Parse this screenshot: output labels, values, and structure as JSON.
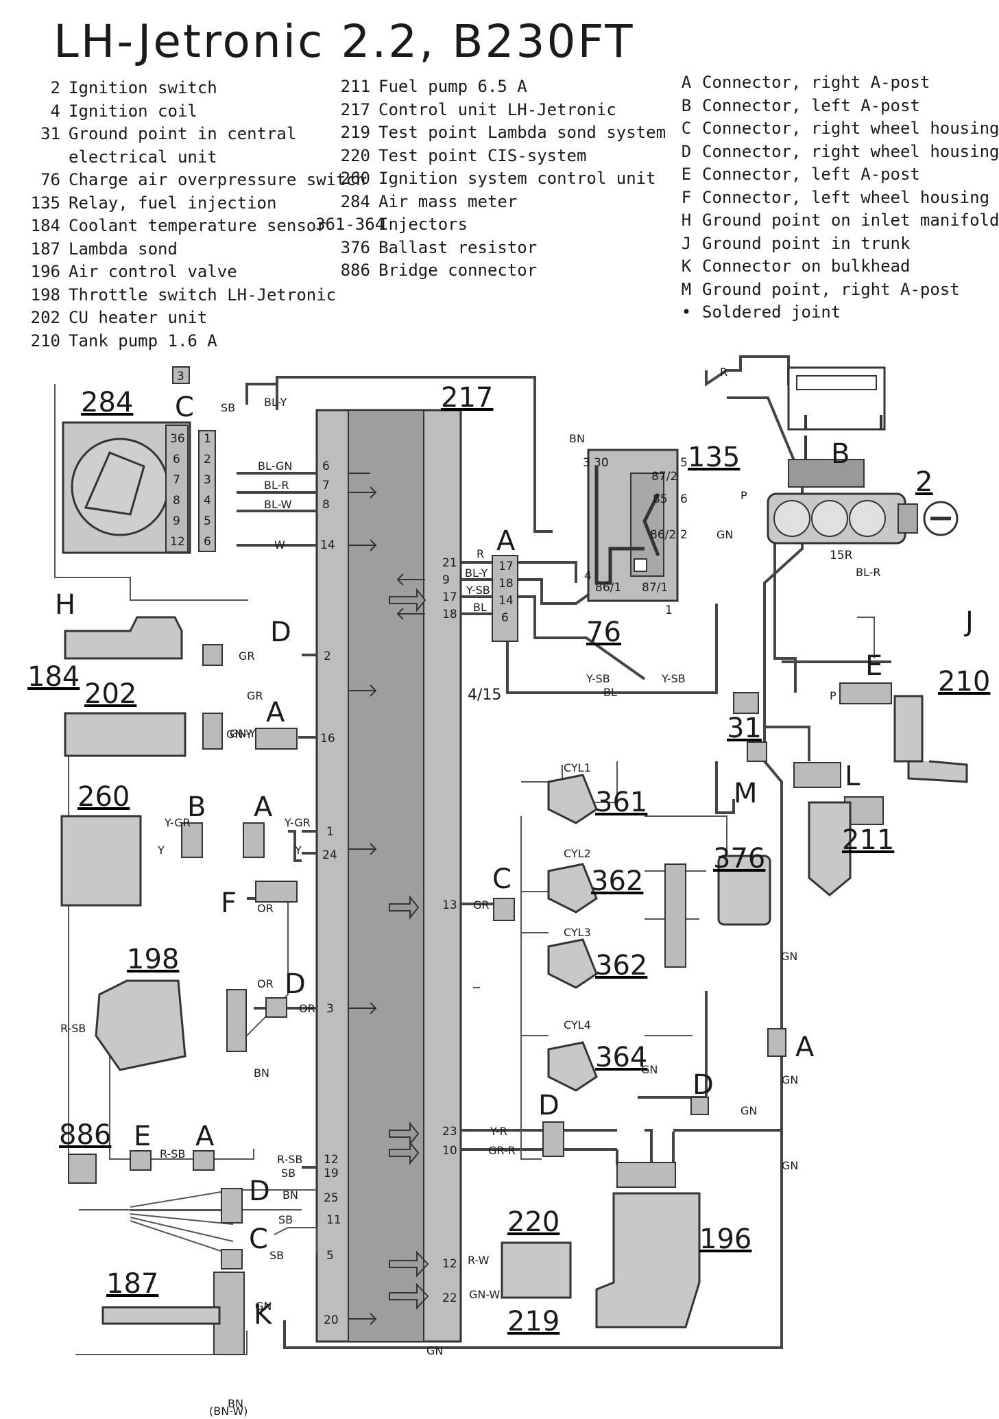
{
  "title": "LH-Jetronic 2.2, B230FT",
  "legend_col1": [
    {
      "num": "2",
      "label": "Ignition switch"
    },
    {
      "num": "4",
      "label": "Ignition coil"
    },
    {
      "num": "31",
      "label": "Ground point in central"
    },
    {
      "num": "",
      "label": "electrical unit"
    },
    {
      "num": "76",
      "label": "Charge air overpressure switch"
    },
    {
      "num": "135",
      "label": "Relay, fuel injection"
    },
    {
      "num": "184",
      "label": "Coolant temperature sensor"
    },
    {
      "num": "187",
      "label": "Lambda sond"
    },
    {
      "num": "196",
      "label": "Air control valve"
    },
    {
      "num": "198",
      "label": "Throttle switch LH-Jetronic"
    },
    {
      "num": "202",
      "label": "CU heater unit"
    },
    {
      "num": "210",
      "label": "Tank pump 1.6 A"
    }
  ],
  "legend_col2": [
    {
      "num": "211",
      "label": "Fuel pump 6.5 A"
    },
    {
      "num": "217",
      "label": "Control unit LH-Jetronic"
    },
    {
      "num": "219",
      "label": "Test point Lambda sond system"
    },
    {
      "num": "220",
      "label": "Test point CIS-system"
    },
    {
      "num": "260",
      "label": "Ignition system control unit"
    },
    {
      "num": "284",
      "label": "Air mass meter"
    },
    {
      "num": "361-364",
      "label": "Injectors"
    },
    {
      "num": "376",
      "label": "Ballast resistor"
    },
    {
      "num": "886",
      "label": "Bridge connector"
    }
  ],
  "legend_col3": [
    {
      "num": "A",
      "label": "Connector, right A-post"
    },
    {
      "num": "B",
      "label": "Connector, left A-post"
    },
    {
      "num": "C",
      "label": "Connector, right wheel housing"
    },
    {
      "num": "D",
      "label": "Connector, right wheel housing"
    },
    {
      "num": "E",
      "label": "Connector, left A-post"
    },
    {
      "num": "F",
      "label": "Connector, left wheel housing"
    },
    {
      "num": "H",
      "label": "Ground point on inlet manifold"
    },
    {
      "num": "J",
      "label": "Ground point in trunk"
    },
    {
      "num": "K",
      "label": "Connector on bulkhead"
    },
    {
      "num": "M",
      "label": "Ground point, right A-post"
    },
    {
      "num": "•",
      "label": "Soldered joint"
    }
  ],
  "components": {
    "c217": "217",
    "c284": "284",
    "c135": "135",
    "c2": "2",
    "c184": "184",
    "c202": "202",
    "c76": "76",
    "c210": "210",
    "c31": "31",
    "c260": "260",
    "c211": "211",
    "c361": "361",
    "c362a": "362",
    "c362b": "362",
    "c364": "364",
    "c376": "376",
    "c198": "198",
    "c886": "886",
    "c220": "220",
    "c219": "219",
    "c196": "196",
    "c187": "187"
  },
  "letters": {
    "C": "C",
    "H": "H",
    "D": "D",
    "A": "A",
    "B": "B",
    "F": "F",
    "E": "E",
    "J": "J",
    "L": "L",
    "M": "M",
    "K": "K"
  },
  "ecu_pins_left": [
    {
      "pin": "6",
      "wire": "BL-GN"
    },
    {
      "pin": "7",
      "wire": "BL-R"
    },
    {
      "pin": "8",
      "wire": "BL-W"
    },
    {
      "pin": "14",
      "wire": "W"
    },
    {
      "pin": "2",
      "wire": "GR"
    },
    {
      "pin": "16",
      "wire": "GN-Y"
    },
    {
      "pin": "1",
      "wire": "Y-GR"
    },
    {
      "pin": "24",
      "wire": "Y"
    },
    {
      "pin": "3",
      "wire": "OR"
    },
    {
      "pin": "12",
      "wire": "R-SB"
    },
    {
      "pin": "19",
      "wire": "SB"
    },
    {
      "pin": "25",
      "wire": "BN"
    },
    {
      "pin": "11",
      "wire": "SB"
    },
    {
      "pin": "5",
      "wire": "SB"
    },
    {
      "pin": "20",
      "wire": "GN"
    }
  ],
  "ecu_pins_right": [
    {
      "pin": "21",
      "wire": "R"
    },
    {
      "pin": "9",
      "wire": "BL-Y"
    },
    {
      "pin": "17",
      "wire": "Y-SB"
    },
    {
      "pin": "18",
      "wire": "BL"
    },
    {
      "pin": "13",
      "wire": "GR"
    },
    {
      "pin": "23",
      "wire": "Y-R"
    },
    {
      "pin": "10",
      "wire": "GR-R"
    },
    {
      "pin": "12",
      "wire": "R-W"
    },
    {
      "pin": "22",
      "wire": "GN-W"
    }
  ],
  "connA_pins": [
    "17",
    "18",
    "14",
    "6"
  ],
  "m284_pins": [
    "36",
    "6",
    "7",
    "8",
    "9",
    "12"
  ],
  "m284_conn": [
    "1",
    "2",
    "3",
    "4",
    "5",
    "6"
  ],
  "relay_labels": {
    "p30a": "3",
    "p30b": "30",
    "p87_2": "87/2",
    "p85": "85",
    "p86_2": "86/2",
    "p86_1": "86/1",
    "p87_1": "87/1",
    "p6": "6",
    "p2": "2",
    "p4": "4",
    "p1": "1",
    "p5": "5"
  },
  "misc": {
    "n4_15": "4/15",
    "r15": "15R",
    "pin3_top": "3",
    "sb": "SB",
    "bly": "BL-Y",
    "r": "R",
    "bn": "BN",
    "gn": "GN",
    "p": "P",
    "blr": "BL-R",
    "bl": "BL",
    "ysb": "Y-SB",
    "bnw": "(BN-W)",
    "cyl1": "CYL1",
    "cyl2": "CYL2",
    "cyl3": "CYL3",
    "cyl4": "CYL4",
    "or": "OR",
    "rsb": "R-SB",
    "yr": "Y-R",
    "grr": "GR-R",
    "rw": "R-W",
    "gnw": "GN-W",
    "gr": "GR",
    "ygr": "Y-GR",
    "y": "Y",
    "gny": "GN-Y",
    "w": "W"
  }
}
